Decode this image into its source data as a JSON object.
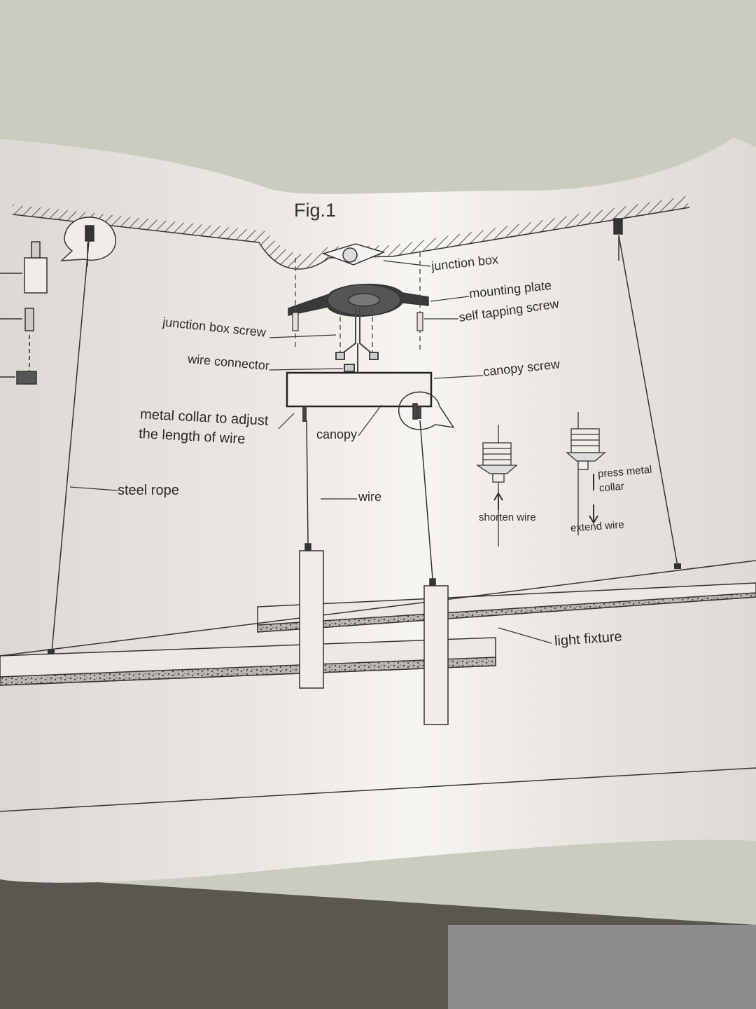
{
  "figure": {
    "title": "Fig.1",
    "labels": {
      "junction_box": "junction box",
      "mounting_plate": "mounting plate",
      "self_tapping_screw": "self tapping screw",
      "junction_box_screw": "junction box screw",
      "wire_connector": "wire connector",
      "canopy_screw": "canopy screw",
      "metal_collar_line1": "metal collar to adjust",
      "metal_collar_line2": "the length of wire",
      "canopy": "canopy",
      "steel_rope": "steel rope",
      "wire": "wire",
      "shorten_wire": "shorten wire",
      "press_metal_collar_line1": "press metal",
      "press_metal_collar_line2": "collar",
      "extend_wire": "extend wire",
      "light_fixture": "light fixture"
    }
  },
  "colors": {
    "table_surface": "#c9ccbf",
    "paper": "#eeeae5",
    "ink": "#2b2b2b",
    "carpet": "#5a5750"
  }
}
